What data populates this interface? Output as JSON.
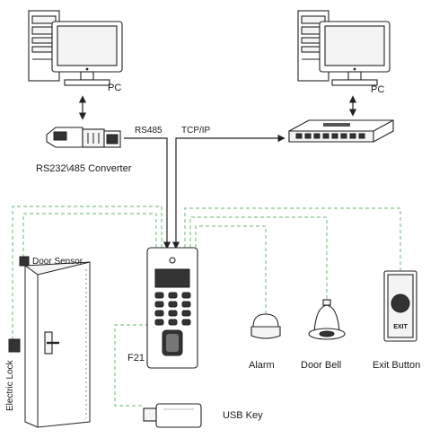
{
  "labels": {
    "pc_left": "PC",
    "pc_right": "PC",
    "rs485": "RS485",
    "tcpip": "TCP/IP",
    "converter": "RS232\\485 Converter",
    "door_sensor": "Door Sensor",
    "electric_lock": "Electric Lock",
    "f21": "F21",
    "alarm": "Alarm",
    "door_bell": "Door Bell",
    "exit_button": "Exit Button",
    "exit_text": "EXIT",
    "usb_key": "USB Key"
  },
  "colors": {
    "wire": "#86c48a",
    "line": "#222222"
  }
}
